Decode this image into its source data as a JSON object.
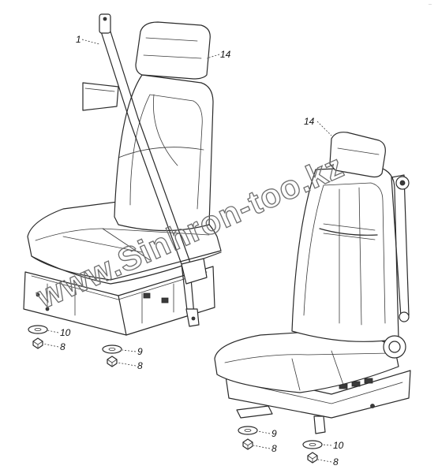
{
  "watermark": "www.Sinhron-too.kz",
  "corner_mark": "..",
  "callouts": {
    "left_belt": "1",
    "left_headrest": "14",
    "left_washer_a": "10",
    "left_nut_a": "8",
    "left_washer_b": "9",
    "left_nut_b": "8",
    "right_headrest": "14",
    "right_washer_a": "9",
    "right_nut_a": "8",
    "right_washer_b": "10",
    "right_nut_b": "8"
  },
  "colors": {
    "line": "#2a2a2a",
    "watermark_outline": "#6d6d6d",
    "background": "#ffffff"
  }
}
